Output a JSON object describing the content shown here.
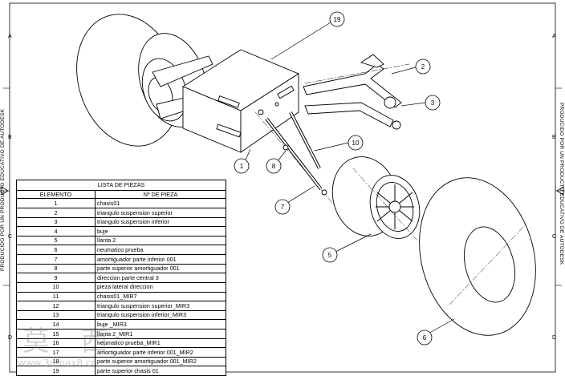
{
  "side_text": "PRODUCIDO POR UN PRODUCTO EDUCATIVO DE AUTODESK",
  "zones_left": [
    "A",
    "B",
    "C",
    "D"
  ],
  "zones_right": [
    "A",
    "B",
    "C",
    "D"
  ],
  "balloons": [
    {
      "id": "balloon-19",
      "label": "19"
    },
    {
      "id": "balloon-2",
      "label": "2"
    },
    {
      "id": "balloon-3",
      "label": "3"
    },
    {
      "id": "balloon-10",
      "label": "10"
    },
    {
      "id": "balloon-1",
      "label": "1"
    },
    {
      "id": "balloon-8",
      "label": "8"
    },
    {
      "id": "balloon-7",
      "label": "7"
    },
    {
      "id": "balloon-5",
      "label": "5"
    },
    {
      "id": "balloon-6",
      "label": "6"
    }
  ],
  "parts_list": {
    "title": "LISTA DE PIEZAS",
    "col_elemento": "ELEMENTO",
    "col_pieza": "Nº DE PIEZA",
    "rows": [
      {
        "n": "1",
        "name": "chasis01"
      },
      {
        "n": "2",
        "name": "triangulo suspension superior"
      },
      {
        "n": "3",
        "name": "triangulo suspension inferior"
      },
      {
        "n": "4",
        "name": "buje"
      },
      {
        "n": "5",
        "name": "llanta 2"
      },
      {
        "n": "6",
        "name": "neumatico prueba"
      },
      {
        "n": "7",
        "name": "amortiguador parte inferior 001"
      },
      {
        "n": "8",
        "name": "parte superior amortiguador 001"
      },
      {
        "n": "9",
        "name": "direccion parte central 3"
      },
      {
        "n": "10",
        "name": "pieza lateral direccion"
      },
      {
        "n": "11",
        "name": "chasis01_MIR7"
      },
      {
        "n": "12",
        "name": "triangulo suspension superior_MIR3"
      },
      {
        "n": "13",
        "name": "triangulo suspension inferior_MIR3"
      },
      {
        "n": "14",
        "name": "buje _MIR3"
      },
      {
        "n": "15",
        "name": "llanta 2_MIR1"
      },
      {
        "n": "16",
        "name": "neumatico prueba_MIR1"
      },
      {
        "n": "17",
        "name": "amortiguador parte inferior 001_MIR2"
      },
      {
        "n": "18",
        "name": "parte superior amortiguador 001_MIR2"
      },
      {
        "n": "19",
        "name": "parte superior chasis 01"
      }
    ]
  },
  "watermark": {
    "main": "莫 西",
    "url": "www.3dmax8.cn"
  }
}
